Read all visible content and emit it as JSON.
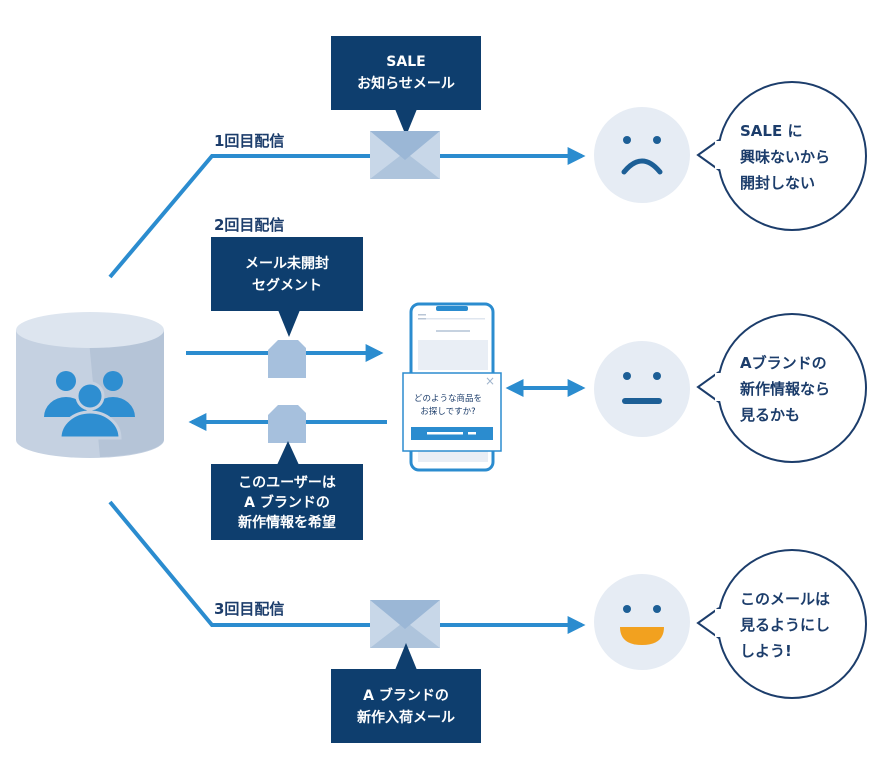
{
  "delivery_1": {
    "label": "1回目配信",
    "callout_line1": "SALE",
    "callout_line2": "お知らせメール",
    "reaction": [
      "SALE に",
      "興味ないから",
      "開封しない"
    ],
    "face": "sad-face-icon"
  },
  "delivery_2": {
    "label": "2回目配信",
    "segment_line1": "メール未開封",
    "segment_line2": "セグメント",
    "phone_popup": {
      "question_line1": "どのような商品を",
      "question_line2": "お探しですか?",
      "close_glyph": "×"
    },
    "reply_lines": [
      "このユーザーは",
      "A ブランドの",
      "新作情報を希望"
    ],
    "reaction": [
      "Aブランドの",
      "新作情報なら",
      "見るかも"
    ],
    "face": "neutral-face-icon"
  },
  "delivery_3": {
    "label": "3回目配信",
    "callout_line1": "A ブランドの",
    "callout_line2": "新作入荷メール",
    "reaction": [
      "このメールは",
      "見るようにし",
      "しよう!"
    ],
    "face": "happy-face-icon"
  },
  "colors": {
    "navy": "#0e3e6e",
    "line_blue": "#2b8ccf",
    "text_navy": "#1c3d6b",
    "face_bg": "#e6ecf4",
    "smile": "#f2a11f"
  },
  "icons": {
    "database": "database-users-icon",
    "envelope": "envelope-icon",
    "document": "document-icon",
    "phone": "smartphone-icon"
  }
}
